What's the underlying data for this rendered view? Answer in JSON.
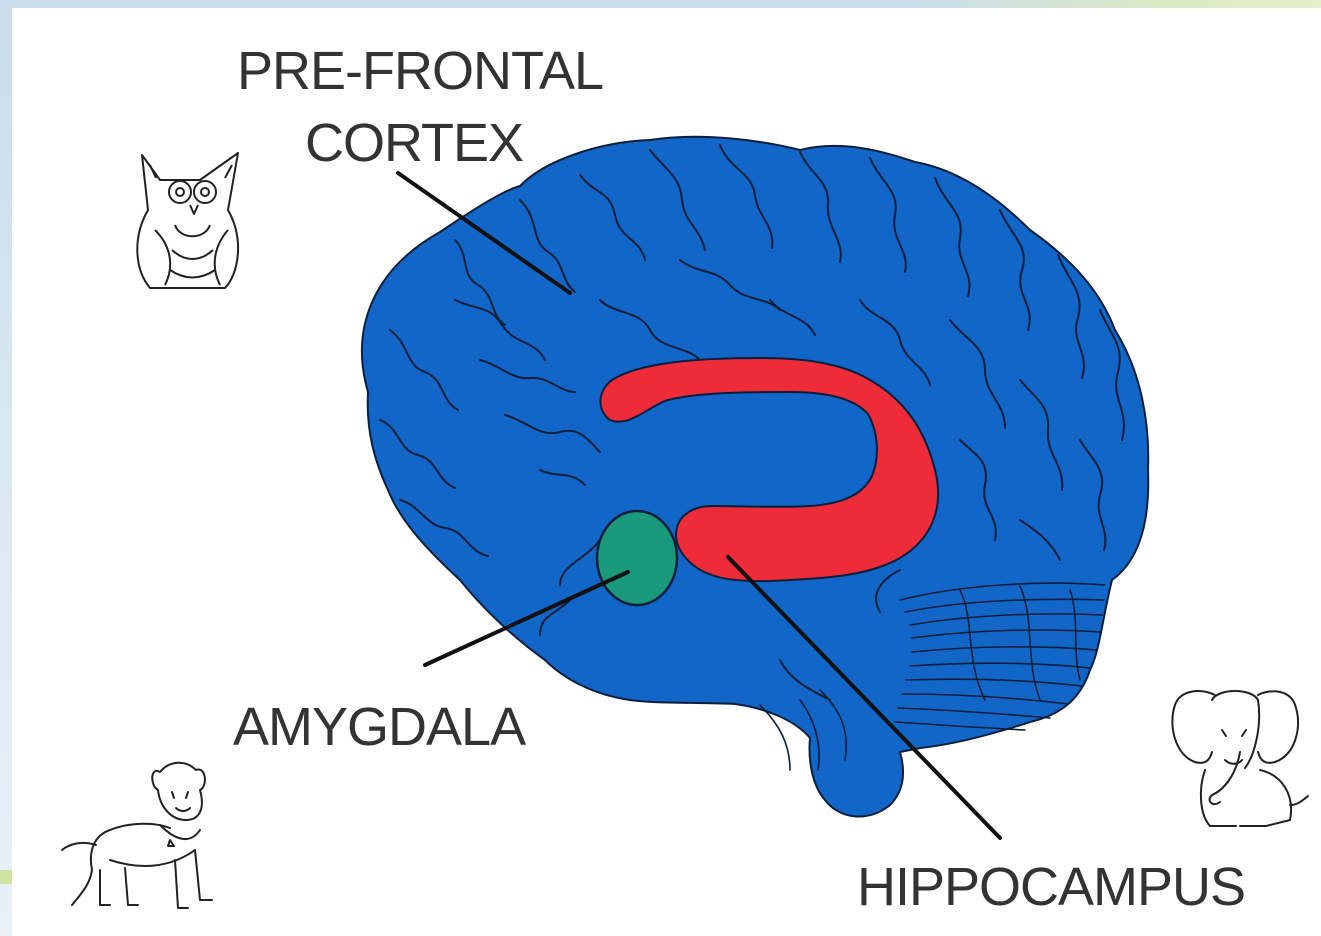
{
  "labels": {
    "prefrontal_line1": "PRE-FRONTAL",
    "prefrontal_line2": "CORTEX",
    "amygdala": "AMYGDALA",
    "hippocampus": "HIPPOCAMPUS"
  },
  "colors": {
    "brain": "#1166c8",
    "hippocampus": "#ee2b38",
    "amygdala": "#1a9a7a",
    "outline": "#0b1f3a",
    "text": "#333333"
  },
  "icons": [
    "owl-icon",
    "dog-icon",
    "elephant-icon"
  ]
}
